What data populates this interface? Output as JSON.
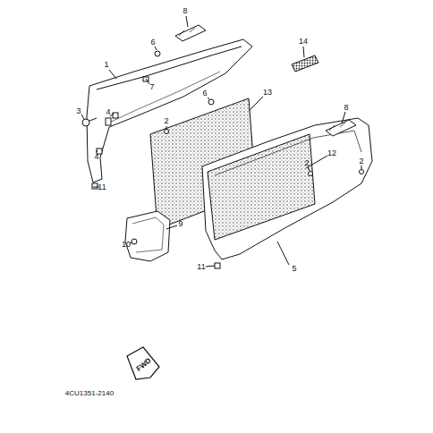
{
  "diagram": {
    "labels": [
      "8",
      "6",
      "14",
      "1",
      "7",
      "8",
      "6",
      "13",
      "3",
      "4",
      "2",
      "12",
      "2",
      "2",
      "4",
      "11",
      "9",
      "10",
      "11",
      "5",
      "FWD",
      "4CU1351-2140"
    ]
  }
}
